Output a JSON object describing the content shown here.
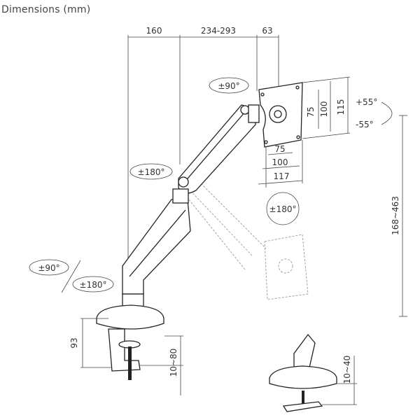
{
  "title": "Dimensions (mm)",
  "top_dimensions": {
    "d1": "160",
    "d2": "234-293",
    "d3": "63"
  },
  "rotations": {
    "head_swivel": "±90°",
    "elbow_swivel": "±180°",
    "screen_rotation": "±180°",
    "base_swivel_1": "±90°",
    "base_swivel_2": "±180°",
    "tilt_up": "+55°",
    "tilt_down": "-55°"
  },
  "vesa": {
    "vertical": [
      "75",
      "100",
      "115"
    ],
    "horizontal": [
      "75",
      "100",
      "117"
    ]
  },
  "height_range": "168~463",
  "clamp": {
    "height": "93",
    "desk_thickness": "10~80"
  },
  "grommet": {
    "desk_thickness": "10~40"
  }
}
